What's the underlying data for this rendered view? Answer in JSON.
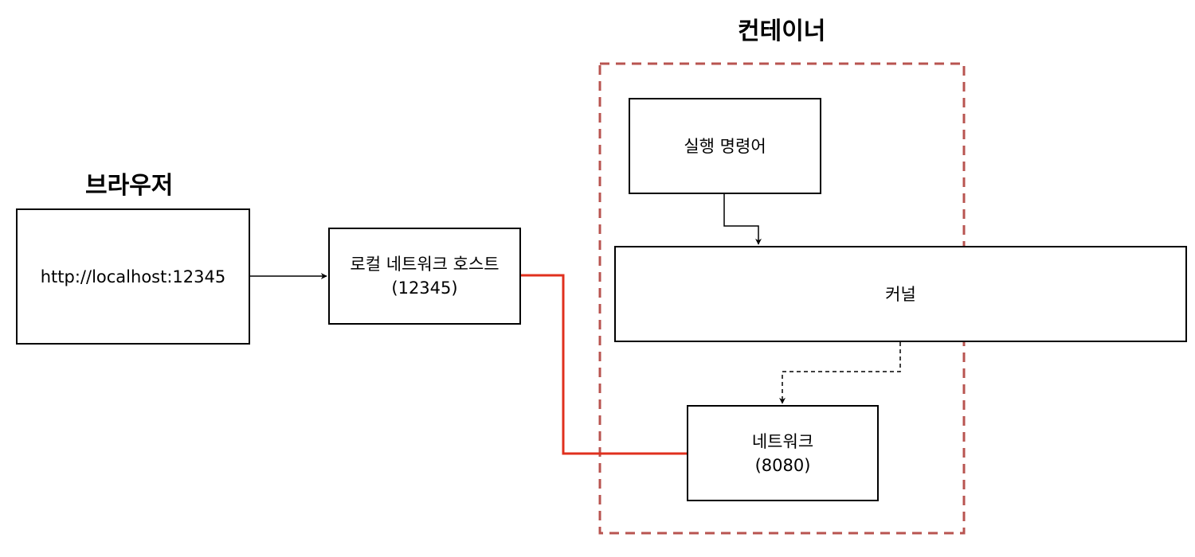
{
  "headings": {
    "browser": "브라우저",
    "container": "컨테이너"
  },
  "nodes": {
    "browser_url": "http://localhost:12345",
    "local_host_label": "로컬 네트워크 호스트",
    "local_host_port": "(12345)",
    "command": "실행 명령어",
    "kernel": "커널",
    "network_label": "네트워크",
    "network_port": "(8080)"
  },
  "colors": {
    "container_border": "#b85450",
    "port_link": "#e0301e",
    "stroke": "#000000"
  }
}
